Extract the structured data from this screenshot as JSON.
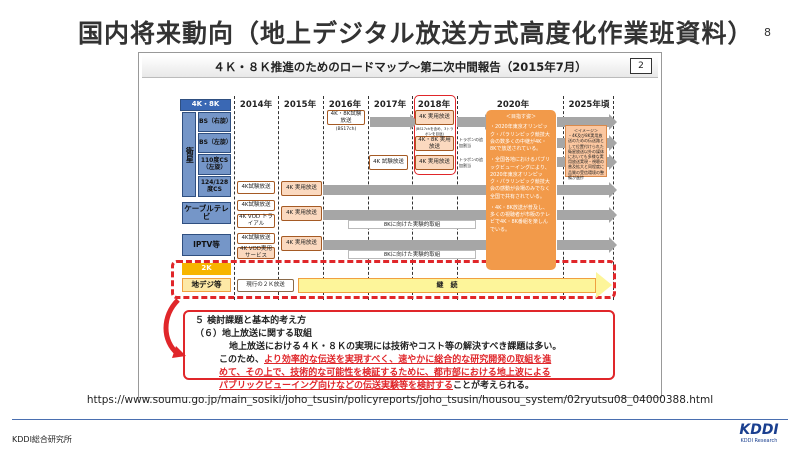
{
  "slide": {
    "title": "国内将来動向（地上デジタル放送方式高度化作業班資料）",
    "page_number": "8",
    "url": "https://www.soumu.go.jp/main_sosiki/joho_tsusin/policyreports/joho_tsusin/housou_system/02ryutsu08_04000388.html",
    "org": "KDDI総合研究所",
    "logo": {
      "main": "KDDI",
      "sub": "KDDI Research"
    }
  },
  "figure": {
    "title": "４Ｋ・８Ｋ推進のためのロードマップ〜第二次中間報告（2015年7月）",
    "page": "2",
    "years": [
      "2014年",
      "2015年",
      "2016年",
      "2017年",
      "2018年",
      "2020年",
      "2025年頃"
    ],
    "labels": {
      "head4k8k": "4K・8K",
      "sat": "衛星",
      "bs_r": "BS（右旋）",
      "bs_l": "BS（左旋）",
      "cs110": "110度CS（左旋）",
      "cs124": "124/128度CS",
      "cable": "ケーブルテレビ",
      "iptv": "IPTV等",
      "head2k": "2K",
      "terr": "地デジ等"
    },
    "boxes": {
      "bs_trial": "4K・8K試験放送",
      "bs_trial_note": "(BS17ch)",
      "bs_r_2018": "4K 実用放送",
      "note2018": "(BS17chを含め、3トラポンを目途)",
      "bs_l_2018": "4K・8K 実用放送",
      "cs_2017": "4K 試験放送",
      "cs_2018": "4K 実用放送",
      "tp1": "トラポンの追加割当",
      "tp2": "トラポンの追加割当",
      "cs124_trial": "4K試験放送",
      "cs124_prac": "4K 実用放送",
      "cable_trial": "4K試験放送",
      "cable_vod": "4K VOD トライアル",
      "cable_prac": "4K 実用放送",
      "cable_8k": "8Kに向けた実験的取組",
      "iptv_trial": "4K試験放送",
      "iptv_vod": "4K VOD実用サービス",
      "iptv_prac": "4K 実用放送",
      "iptv_8k": "8Kに向けた実験的取組",
      "terr_now": "現行の２Ｋ放送",
      "terr_cont": "継　続"
    },
    "goal": {
      "title": "＜目指す姿＞",
      "items": [
        "・2020年東京オリンピック・パラリンピック競技大会の数多くの中継が4K・8Kで放送されている。",
        "・全国各地におけるパブリックビューイングにより、2020年東京オリンピック・パラリンピック競技大会の感動が会場のみでなく全国で共有されている。",
        "・4K・8K放送が普及し、多くの視聴者が市販のテレビで4K・8K番組を楽しんでいる。"
      ]
    },
    "image": {
      "title": "＜イメージ＞",
      "text": "・4K及び8K実用放送のための伝送路として位置付けられた衛星放送以外の媒体においても多様な実用放送実現・視聴の普及拡大と同程度に品質の受信環境の整備が進捗"
    },
    "text": {
      "l1": "５ 検討課題と基本的考え方",
      "l2": "（６）地上放送に関する取組",
      "l3": "地上放送における４Ｋ・８Ｋの実現には技術やコスト等の解決すべき課題は多い。",
      "l4a": "このため、",
      "l4b": "より効率的な伝送を実現すべく、速やかに総合的な研究開発の取組を進",
      "l5": "めて、その上で、技術的な可能性を検証するために、都市部における地上波による",
      "l6a": "パブリックビューイング向けなどの伝送実験等を検討する",
      "l6b": "ことが考えられる。"
    }
  }
}
